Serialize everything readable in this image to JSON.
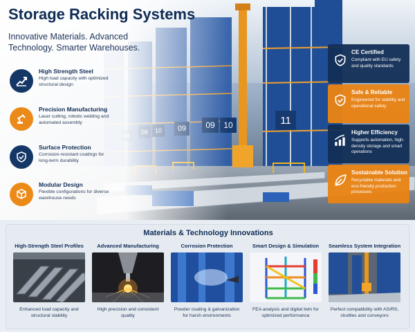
{
  "header": {
    "title": "Storage Racking Systems",
    "subtitle": "Innovative Materials. Advanced Technology. Smarter Warehouses."
  },
  "features": [
    {
      "title": "High Strength Steel",
      "desc": "High load capacity with optimized structural design",
      "icon": "chart-up-icon",
      "color": "#143766"
    },
    {
      "title": "Precision Manufacturing",
      "desc": "Laser cutting, robotic welding and automated assembly",
      "icon": "robot-arm-icon",
      "color": "#ec8a19"
    },
    {
      "title": "Surface Protection",
      "desc": "Corrosion-resistant coatings for long-term durability",
      "icon": "shield-icon",
      "color": "#143766"
    },
    {
      "title": "Modular Design",
      "desc": "Flexible configurations for diverse warehouse needs",
      "icon": "cube-icon",
      "color": "#ec8a19"
    }
  ],
  "cards": [
    {
      "title": "CE Certified",
      "desc": "Compliant with EU safety and quality standards",
      "icon": "shield-check-icon",
      "color": "#122e56"
    },
    {
      "title": "Safe & Reliable",
      "desc": "Engineered for stability and operational safety",
      "icon": "shield-check-icon",
      "color": "#e98314"
    },
    {
      "title": "Higher Efficiency",
      "desc": "Supports automation, high-density storage and smart operations",
      "icon": "chart-up-icon",
      "color": "#122e56"
    },
    {
      "title": "Sustainable Solution",
      "desc": "Recyclable materials and eco-friendly production processes",
      "icon": "leaf-icon",
      "color": "#e98314"
    }
  ],
  "rack_labels": [
    "08",
    "08",
    "10",
    "09",
    "09",
    "10",
    "11"
  ],
  "panel": {
    "title": "Materials & Technology Innovations",
    "items": [
      {
        "title": "High-Strength Steel Profiles",
        "caption": "Enhanced load capacity and structural stability"
      },
      {
        "title": "Advanced Manufacturing",
        "caption": "High precision and consistent quality"
      },
      {
        "title": "Corrosion Protection",
        "caption": "Powder coating & galvanization for harsh environments"
      },
      {
        "title": "Smart Design & Simulation",
        "caption": "FEA analysis and digital twin for optimized performance"
      },
      {
        "title": "Seamless System Integration",
        "caption": "Perfect compatibility with AS/RS, shuttles and conveyors"
      }
    ]
  },
  "colors": {
    "navy": "#0f2c55",
    "orange": "#ec8a19",
    "rack_blue": "#1f4e96"
  }
}
